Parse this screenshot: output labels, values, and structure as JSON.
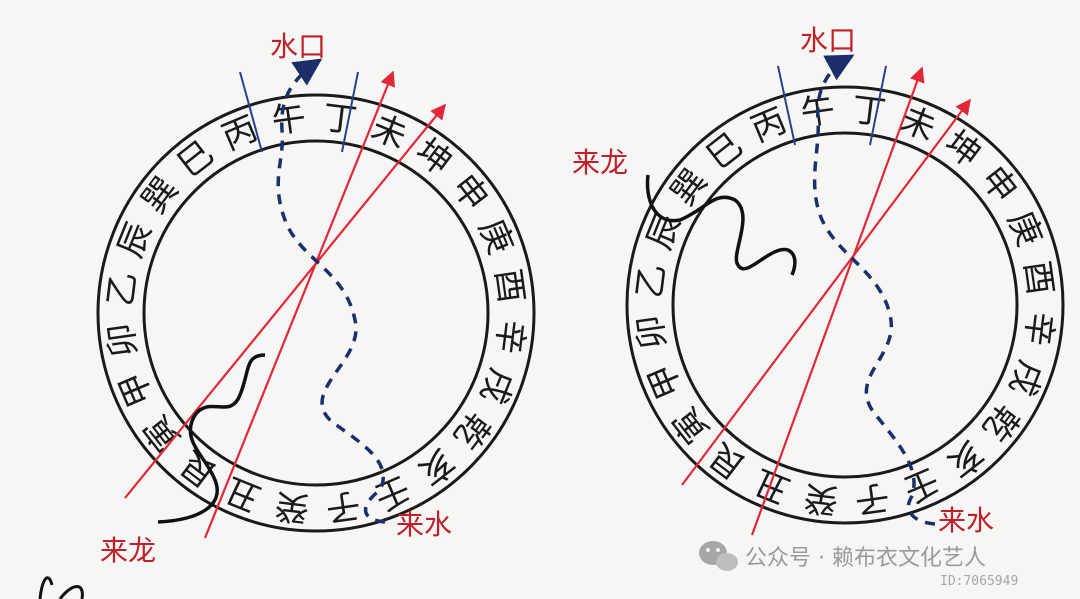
{
  "diagrams": [
    {
      "ring_chars": [
        "巳",
        "丙",
        "午",
        "丁",
        "未",
        "坤",
        "申",
        "庚",
        "酉",
        "辛",
        "戌",
        "乾",
        "亥",
        "壬",
        "子",
        "癸",
        "丑",
        "艮",
        "寅",
        "甲",
        "卯",
        "乙",
        "辰",
        "巽"
      ],
      "water_outlet_label": "水口",
      "incoming_water_label": "来水",
      "incoming_dragon_label": "来龙"
    },
    {
      "ring_chars": [
        "巳",
        "丙",
        "午",
        "丁",
        "未",
        "坤",
        "申",
        "庚",
        "酉",
        "辛",
        "戌",
        "乾",
        "亥",
        "壬",
        "子",
        "癸",
        "丑",
        "艮",
        "寅",
        "甲",
        "卯",
        "乙",
        "辰",
        "巽"
      ],
      "water_outlet_label": "水口",
      "incoming_water_label": "来水",
      "incoming_dragon_label": "来龙"
    }
  ],
  "watermark": {
    "channel": "公众号 · 赖布衣文化艺人",
    "id": "ID:7065949"
  },
  "colors": {
    "ring_stroke": "#1a1a1a",
    "direction_line": "#e0283a",
    "water_path": "#1c2f6b",
    "dragon_path": "#111111",
    "label_red": "#c0202a"
  }
}
